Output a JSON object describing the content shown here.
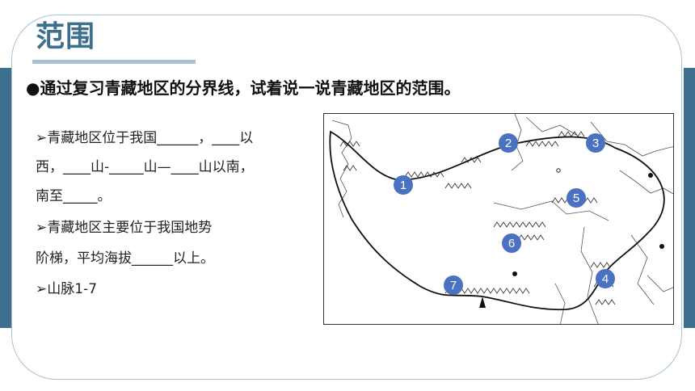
{
  "title": "范围",
  "heading": "●通过复习青藏地区的分界线，试着说一说青藏地区的范围。",
  "questions": [
    "➢青藏地区位于我国______，____以",
    "西，____山-_____山—____山以南，",
    "南至_____。",
    "➢青藏地区主要位于我国地势",
    "阶梯，平均海拔______以上。",
    "➢山脉1-7"
  ],
  "map": {
    "markers": [
      "1",
      "2",
      "3",
      "4",
      "5",
      "6",
      "7"
    ],
    "marker_color": "#4a72c0"
  },
  "colors": {
    "accent": "#3d6f8e",
    "frame": "#a8c2d8"
  }
}
